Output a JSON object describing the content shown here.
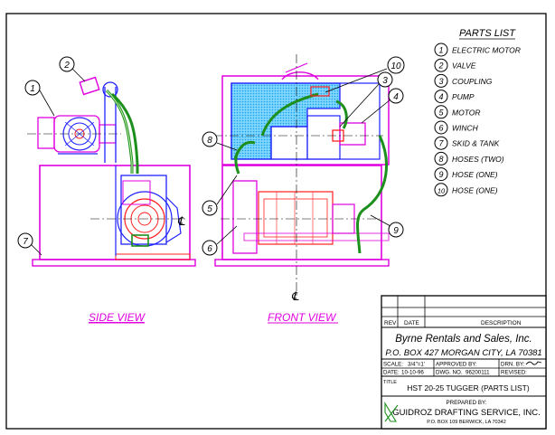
{
  "parts_list": {
    "title": "PARTS LIST",
    "items": [
      {
        "num": "1",
        "label": "ELECTRIC MOTOR"
      },
      {
        "num": "2",
        "label": "VALVE"
      },
      {
        "num": "3",
        "label": "COUPLING"
      },
      {
        "num": "4",
        "label": "PUMP"
      },
      {
        "num": "5",
        "label": "MOTOR"
      },
      {
        "num": "6",
        "label": "WINCH"
      },
      {
        "num": "7",
        "label": "SKID & TANK"
      },
      {
        "num": "8",
        "label": "HOSES (TWO)"
      },
      {
        "num": "9",
        "label": "HOSE (ONE)"
      },
      {
        "num": "10",
        "label": "HOSE (ONE)"
      }
    ]
  },
  "views": {
    "side": "SIDE VIEW",
    "front": "FRONT VIEW",
    "centerline_symbol": "℄"
  },
  "callouts": {
    "side": [
      "1",
      "2",
      "7"
    ],
    "front": [
      "10",
      "3",
      "4",
      "8",
      "5",
      "6",
      "9"
    ]
  },
  "title_block": {
    "rev": "REV",
    "date": "DATE",
    "description": "DESCRIPTION",
    "company": "Byrne Rentals and Sales, Inc.",
    "address": "P.O. BOX 427   MORGAN CITY, LA 70381",
    "scale_label": "SCALE:",
    "scale_value": "3/4\"=1'",
    "approved_label": "APPROVED BY:",
    "drn_label": "DRN. BY:",
    "date_label": "DATE:",
    "date_value": "10-10-96",
    "dwg_label": "DWG. NO.",
    "dwg_value": "96200111",
    "revised_label": "REVISED:",
    "title_label": "TITLE",
    "title_value": "HST 20-25 TUGGER (PARTS LIST)",
    "prepared_by": "PREPARED BY:",
    "drafter": "GUIDROZ DRAFTING SERVICE, INC.",
    "drafter_address": "P.O. BOX 109   BERWICK, LA  70342"
  },
  "colors": {
    "skid": "#e000e0",
    "winch": "#ff2020",
    "hose": "#1c8f1c",
    "motor": "#2020ff",
    "tank_fill": "#22b4ff",
    "border": "#000000"
  }
}
